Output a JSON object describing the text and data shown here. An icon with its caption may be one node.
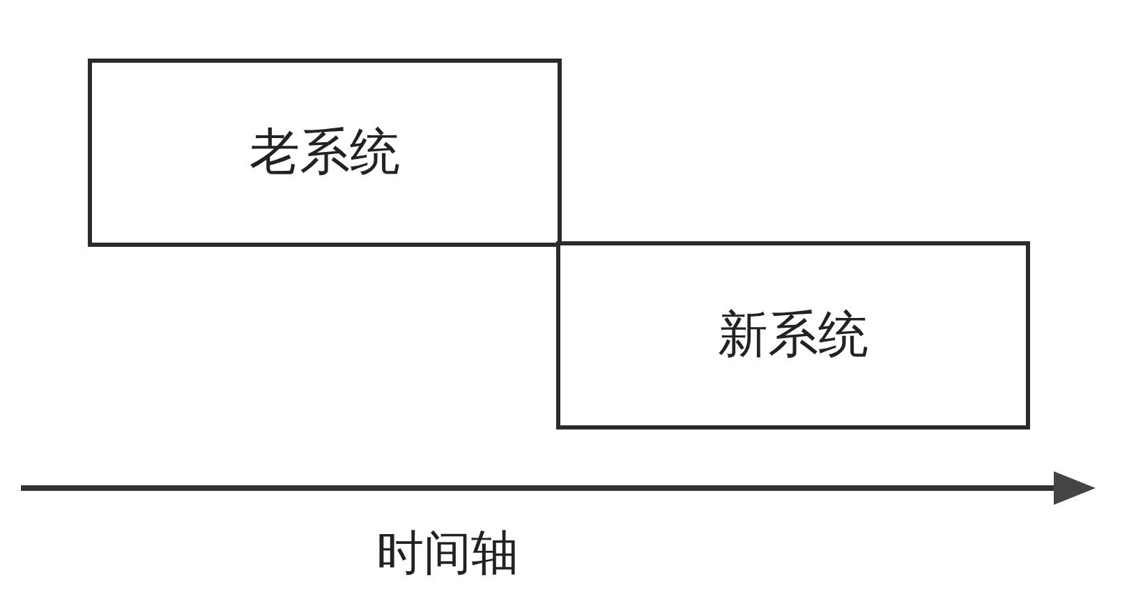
{
  "diagram": {
    "nodes": [
      {
        "text": [
          "老系统"
        ]
      },
      {
        "text": [
          "新系统"
        ]
      }
    ],
    "labels": [
      "时间轴"
    ]
  }
}
